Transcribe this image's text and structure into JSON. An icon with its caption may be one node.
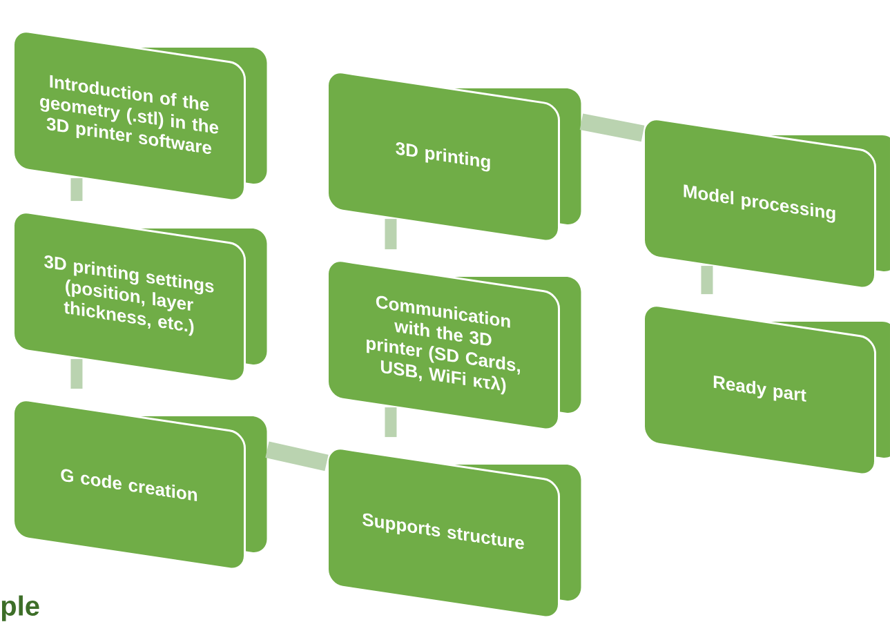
{
  "diagram": {
    "nodes": [
      {
        "text": [
          "Introduction of the geometry (.stl) in the 3D printer software"
        ]
      },
      {
        "text": [
          "3D printing settings (position, layer thickness, etc.)"
        ]
      },
      {
        "text": [
          "G code creation"
        ]
      },
      {
        "text": [
          "Supports structure"
        ]
      },
      {
        "text": [
          "Communication with the 3D printer (SD Cards, USB, WiFi κτλ)"
        ]
      },
      {
        "text": [
          "3D printing"
        ]
      },
      {
        "text": [
          "Model processing"
        ]
      },
      {
        "text": [
          "Ready part"
        ]
      }
    ],
    "edges": [
      {
        "from": 0,
        "to": 1,
        "arrow": "none"
      },
      {
        "from": 1,
        "to": 2,
        "arrow": "none"
      },
      {
        "from": 2,
        "to": 3,
        "arrow": "none"
      },
      {
        "from": 3,
        "to": 4,
        "arrow": "none"
      },
      {
        "from": 4,
        "to": 5,
        "arrow": "none"
      },
      {
        "from": 5,
        "to": 6,
        "arrow": "none"
      },
      {
        "from": 6,
        "to": 7,
        "arrow": "none"
      }
    ],
    "labels": [
      "ple"
    ]
  }
}
